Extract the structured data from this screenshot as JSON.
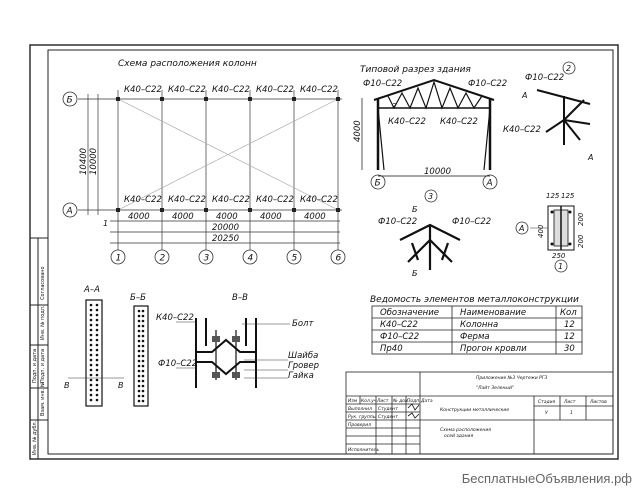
{
  "sheet": {
    "title_plan": "Схема расположения колонн",
    "title_section": "Типовой разрез здания"
  },
  "plan": {
    "axes_letters": [
      "Б",
      "А"
    ],
    "axes_numbers": [
      "1",
      "2",
      "3",
      "4",
      "5",
      "6"
    ],
    "column_labels_top": [
      "К40–С22",
      "К40–С22",
      "К40–С22",
      "К40–С22",
      "К40–С22"
    ],
    "column_labels_bottom": [
      "К40–С22",
      "К40–С22",
      "К40–С22",
      "К40–С22",
      "К40–С22"
    ],
    "spans": [
      "4000",
      "4000",
      "4000",
      "4000",
      "4000"
    ],
    "total_20000": "20000",
    "total_20250": "20250",
    "dim_10400": "10400",
    "dim_10000": "10000",
    "marker_1": "1"
  },
  "section": {
    "truss_left": "Ф10–С22",
    "truss_right": "Ф10–С22",
    "col_left": "К40–С22",
    "col_right": "К40–С22",
    "height": "4000",
    "span": "10000",
    "axis_left": "Б",
    "axis_right": "А",
    "marker_2": "2"
  },
  "details": {
    "d2_label": "2",
    "d2_top": "Ф10–С22",
    "d2_bottom": "К40–С22",
    "d2_a1": "А",
    "d2_a2": "А",
    "d3_label": "3",
    "d3_left": "Ф10–С22",
    "d3_right": "Ф10–С22",
    "d3_b1": "Б",
    "d3_b2": "Б",
    "d1_label": "1",
    "d1_axis": "А",
    "d1_w1": "125",
    "d1_w2": "125",
    "d1_h": "400",
    "d1_200a": "200",
    "d1_200b": "200",
    "d1_250": "250"
  },
  "sections": {
    "aa": "А–А",
    "bb": "Б–Б",
    "vv": "В–В",
    "v1": "В",
    "v2": "В",
    "vv_top": "К40–С22",
    "vv_bottom": "Ф10–С22",
    "bolt": "Болт",
    "washer": "Шайба",
    "grover": "Гровер",
    "nut": "Гайка"
  },
  "schedule": {
    "title": "Ведомость элементов металлоконструкции",
    "headers": [
      "Обозначение",
      "Наименование",
      "Кол"
    ],
    "rows": [
      [
        "К40–С22",
        "Колонна",
        "12"
      ],
      [
        "Ф10–С22",
        "Ферма",
        "12"
      ],
      [
        "Пр40",
        "Прогон кровли",
        "30"
      ]
    ]
  },
  "titleblock": {
    "app": "Приложение №3 Чертежи РГЗ",
    "project": "\"Лайт Зеленый\"",
    "construct": "Конструкции металлические",
    "scheme": "Схема расположения",
    "scheme2": "осей здания",
    "stadia": "Стадия",
    "list": "Лист",
    "listov": "Листов",
    "stage_val": "У",
    "list_val": "1",
    "col_izm": "Изм",
    "col_kol": "Кол.уч",
    "col_list": "Лист",
    "col_doc": "№ док.",
    "col_sign": "Подп.",
    "col_date": "Дата",
    "r1": "Выполнил",
    "r2": "Рук. группы",
    "r3": "Проверил",
    "name1": "Студент",
    "name2": "Студент",
    "r_isp": "Исполнитель"
  },
  "leftstrip": {
    "s1": "Согласовано",
    "s2": "Инв. № подл.",
    "s3": "Подп. и дата",
    "s4": "Взам. инв. №",
    "s5": "Подп. и дата",
    "s6": "Инв. № дубл."
  },
  "watermark": "БесплатныеОбъявления.рф"
}
